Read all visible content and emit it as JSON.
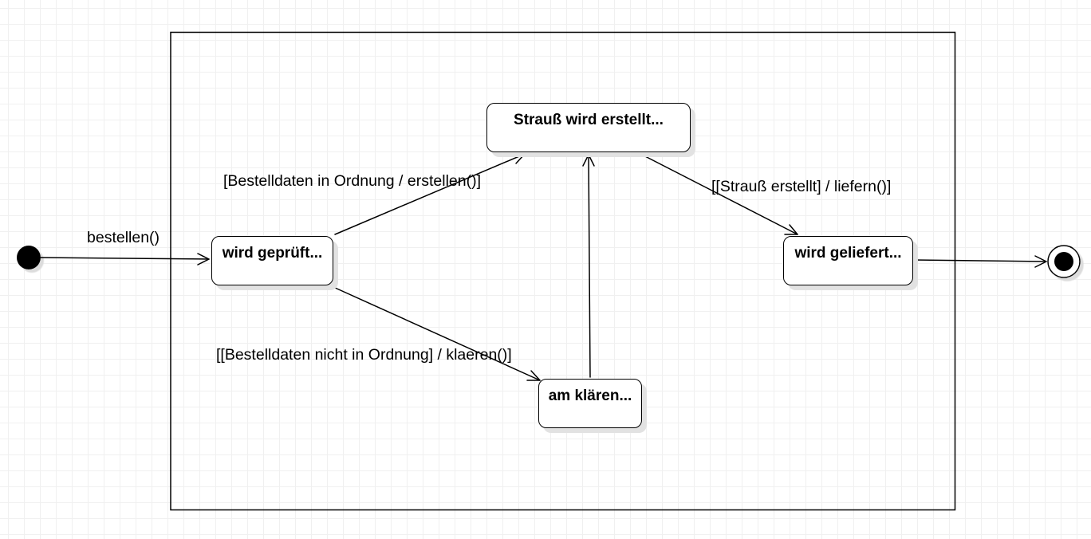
{
  "diagram": {
    "initial_event": "bestellen()",
    "states": {
      "wird_geprueft": "wird geprüft...",
      "strauss_wird_erstellt": "Strauß wird erstellt...",
      "am_klaeren": "am klären...",
      "wird_geliefert": "wird geliefert..."
    },
    "transitions": {
      "ok_label": "[Bestelldaten in Ordnung / erstellen()]",
      "not_ok_label": "[[Bestelldaten nicht in Ordnung] / klaeren()]",
      "deliver_label": "[[Strauß erstellt] / liefern()]"
    },
    "colors": {
      "line": "#000000",
      "shadow": "#e2e2e2",
      "grid": "#f0f0f0"
    }
  }
}
